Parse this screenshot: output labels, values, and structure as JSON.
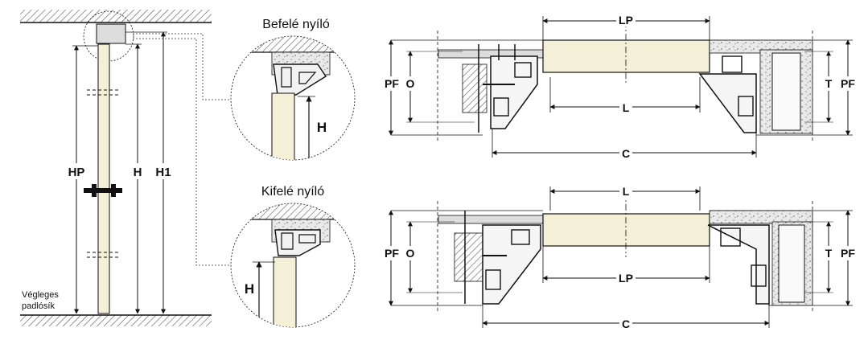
{
  "left_panel": {
    "hp": "HP",
    "h": "H",
    "h1": "H1",
    "floor_line1": "Végleges",
    "floor_line2": "padlósík"
  },
  "detail_inward": {
    "title": "Befelé nyíló",
    "h": "H"
  },
  "detail_outward": {
    "title": "Kifelé nyíló",
    "h": "H"
  },
  "section_top": {
    "lp": "LP",
    "l": "L",
    "c": "C",
    "pf_left": "PF",
    "o": "O",
    "t": "T",
    "pf_right": "PF"
  },
  "section_bottom": {
    "l": "L",
    "lp": "LP",
    "c": "C",
    "pf_left": "PF",
    "o": "O",
    "t": "T",
    "pf_right": "PF"
  },
  "colors": {
    "line": "#111111",
    "door_fill": "#f4f0d8",
    "concrete": "#e6e6e6",
    "hatch": "#555555"
  }
}
